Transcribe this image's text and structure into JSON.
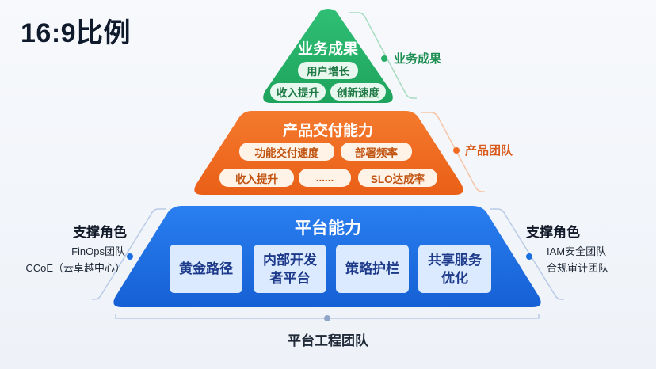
{
  "title": "16:9比例",
  "top_level": {
    "title": "业务成果",
    "items": [
      "用户增长",
      "收入提升",
      "创新速度"
    ],
    "side_label": "业务成果"
  },
  "middle_level": {
    "title": "产品交付能力",
    "items": [
      "功能交付速度",
      "部署频率",
      "收入提升",
      "......",
      "SLO达成率"
    ],
    "side_label": "产品团队"
  },
  "bottom_level": {
    "title": "平台能力",
    "cards": [
      "黄金路径",
      "内部开发者平台",
      "策略护栏",
      "共享服务优化"
    ],
    "bottom_label": "平台工程团队"
  },
  "left_support": {
    "title": "支撑角色",
    "lines": [
      "FinOps团队",
      "CCoE（云卓越中心）"
    ]
  },
  "right_support": {
    "title": "支撑角色",
    "lines": [
      "IAM安全团队",
      "合规审计团队"
    ]
  },
  "colors": {
    "green": "#27ae67",
    "orange": "#f06a22",
    "blue": "#1c6fe0",
    "card_bg": "#dbeafe"
  }
}
